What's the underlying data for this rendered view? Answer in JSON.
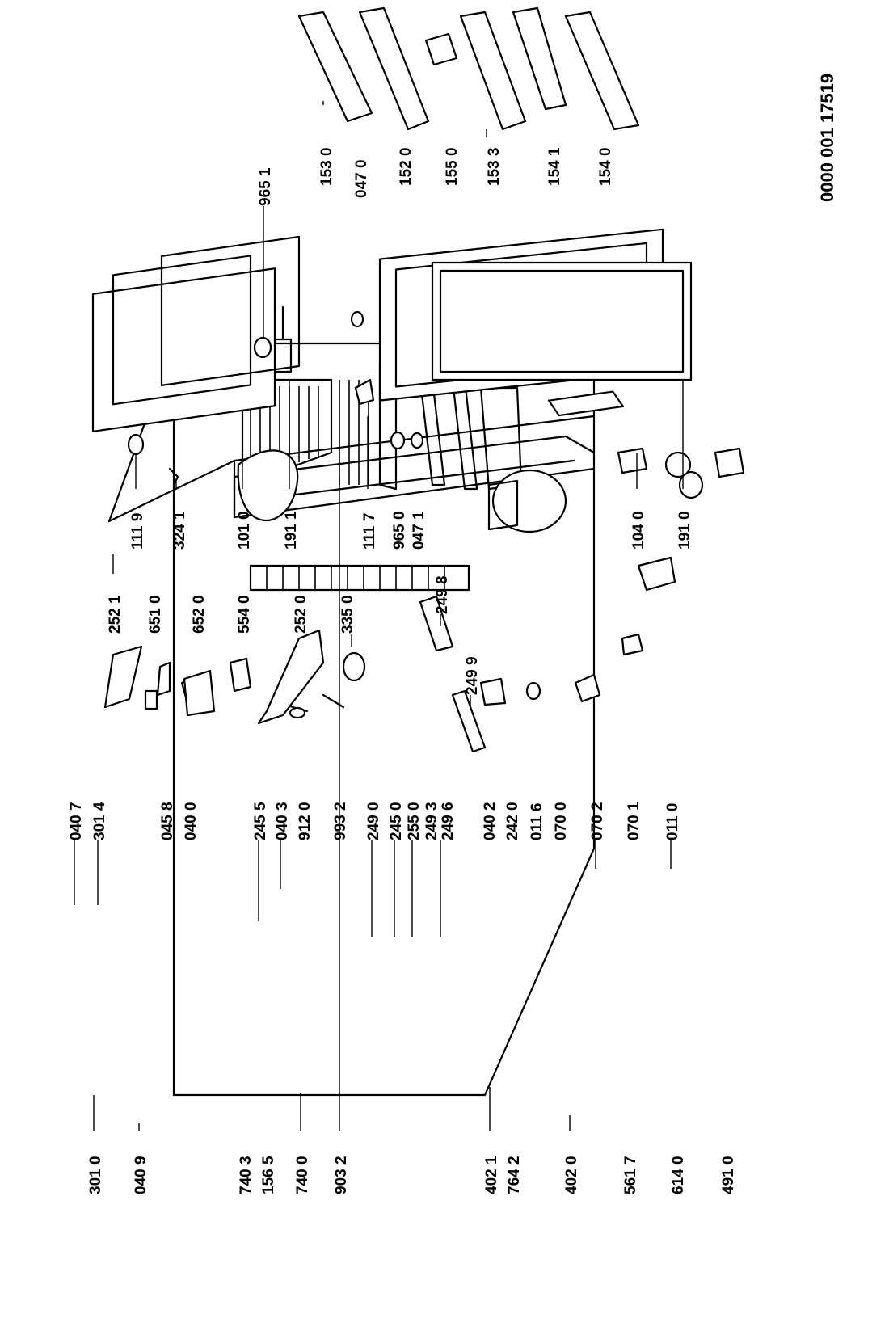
{
  "document_number": "0000 001 17519",
  "labels": [
    {
      "id": "l1",
      "text": "301 0"
    },
    {
      "id": "l2",
      "text": "040 9"
    },
    {
      "id": "l3",
      "text": "740 3"
    },
    {
      "id": "l4",
      "text": "156 5"
    },
    {
      "id": "l5",
      "text": "740 0"
    },
    {
      "id": "l6",
      "text": "903 2"
    },
    {
      "id": "l7",
      "text": "402 1"
    },
    {
      "id": "l8",
      "text": "764 2"
    },
    {
      "id": "l9",
      "text": "402 0"
    },
    {
      "id": "l10",
      "text": "561 7"
    },
    {
      "id": "l11",
      "text": "614 0"
    },
    {
      "id": "l12",
      "text": "491 0"
    },
    {
      "id": "l13",
      "text": "040 7"
    },
    {
      "id": "l14",
      "text": "301 4"
    },
    {
      "id": "l15",
      "text": "045 8"
    },
    {
      "id": "l16",
      "text": "040 0"
    },
    {
      "id": "l17",
      "text": "245 5"
    },
    {
      "id": "l18",
      "text": "040 3"
    },
    {
      "id": "l19",
      "text": "912 0"
    },
    {
      "id": "l20",
      "text": "993 2"
    },
    {
      "id": "l21",
      "text": "249 0"
    },
    {
      "id": "l22",
      "text": "245 0"
    },
    {
      "id": "l23",
      "text": "255 0"
    },
    {
      "id": "l24",
      "text": "249 3"
    },
    {
      "id": "l25",
      "text": "249 6"
    },
    {
      "id": "l26",
      "text": "040 2"
    },
    {
      "id": "l27",
      "text": "242 0"
    },
    {
      "id": "l28",
      "text": "011 6"
    },
    {
      "id": "l29",
      "text": "070 0"
    },
    {
      "id": "l30",
      "text": "070 2"
    },
    {
      "id": "l31",
      "text": "070 1"
    },
    {
      "id": "l32",
      "text": "011 0"
    },
    {
      "id": "l33",
      "text": "252 1"
    },
    {
      "id": "l34",
      "text": "651 0"
    },
    {
      "id": "l35",
      "text": "652 0"
    },
    {
      "id": "l36",
      "text": "554 0"
    },
    {
      "id": "l37",
      "text": "252 0"
    },
    {
      "id": "l38",
      "text": "335 0"
    },
    {
      "id": "l39",
      "text": "249 8"
    },
    {
      "id": "l40",
      "text": "249 9"
    },
    {
      "id": "l41",
      "text": "111 9"
    },
    {
      "id": "l42",
      "text": "324 1"
    },
    {
      "id": "l43",
      "text": "101 0"
    },
    {
      "id": "l44",
      "text": "191 1"
    },
    {
      "id": "l45",
      "text": "111 7"
    },
    {
      "id": "l46",
      "text": "965 0"
    },
    {
      "id": "l47",
      "text": "047 1"
    },
    {
      "id": "l48",
      "text": "104 0"
    },
    {
      "id": "l49",
      "text": "191 0"
    },
    {
      "id": "l50",
      "text": "965 1"
    },
    {
      "id": "l51",
      "text": "153 0"
    },
    {
      "id": "l52",
      "text": "047 0"
    },
    {
      "id": "l53",
      "text": "152 0"
    },
    {
      "id": "l54",
      "text": "155 0"
    },
    {
      "id": "l55",
      "text": "153 3"
    },
    {
      "id": "l56",
      "text": "154 1"
    },
    {
      "id": "l57",
      "text": "154 0"
    }
  ]
}
